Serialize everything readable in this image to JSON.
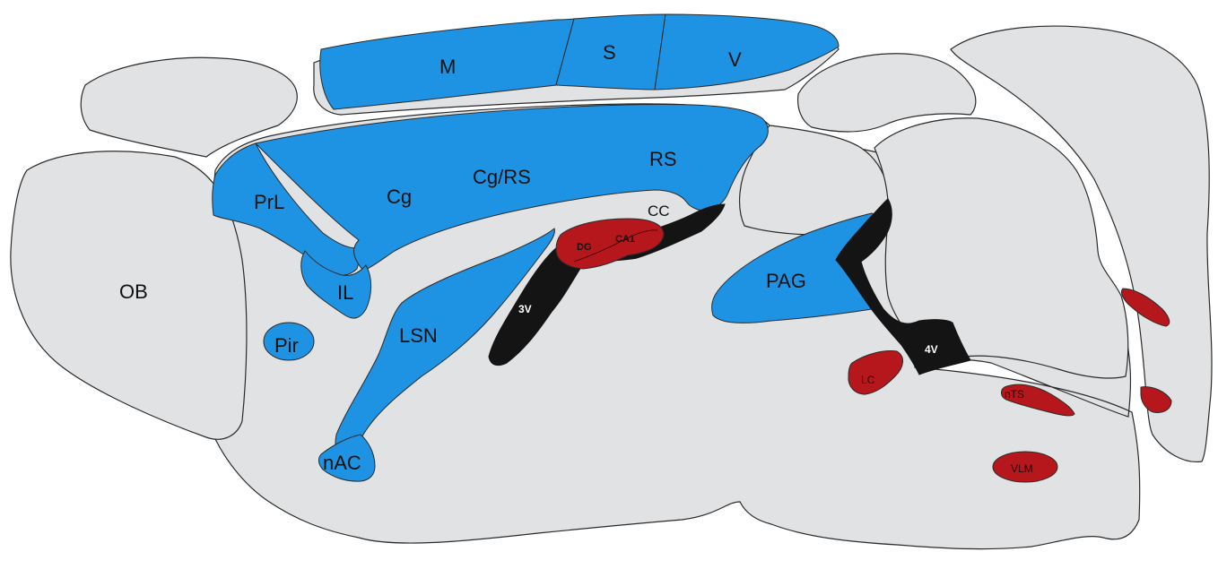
{
  "colors": {
    "background": "#ffffff",
    "tissue": "#e1e2e4",
    "outline": "#2b2b2b",
    "blue_region": "#1e93e3",
    "red_region": "#b5171d",
    "ventricle": "#141414"
  },
  "regions": {
    "motor": "M",
    "somatosensory": "S",
    "visual": "V",
    "prelimbic": "PrL",
    "cingulate": "Cg",
    "cingulate_retrosplenial": "Cg/RS",
    "retrosplenial": "RS",
    "corpus_callosum": "CC",
    "infralimbic": "IL",
    "olfactory_bulb": "OB",
    "piriform": "Pir",
    "lateral_septal_nucleus": "LSN",
    "nucleus_accumbens": "nAC",
    "dentate_gyrus": "DG",
    "ca1": "CA1",
    "third_ventricle": "3V",
    "periaqueductal_gray": "PAG",
    "fourth_ventricle": "4V",
    "locus_coeruleus": "LC",
    "nucleus_tractus_solitarius": "nTS",
    "ventrolateral_medulla": "VLM"
  }
}
